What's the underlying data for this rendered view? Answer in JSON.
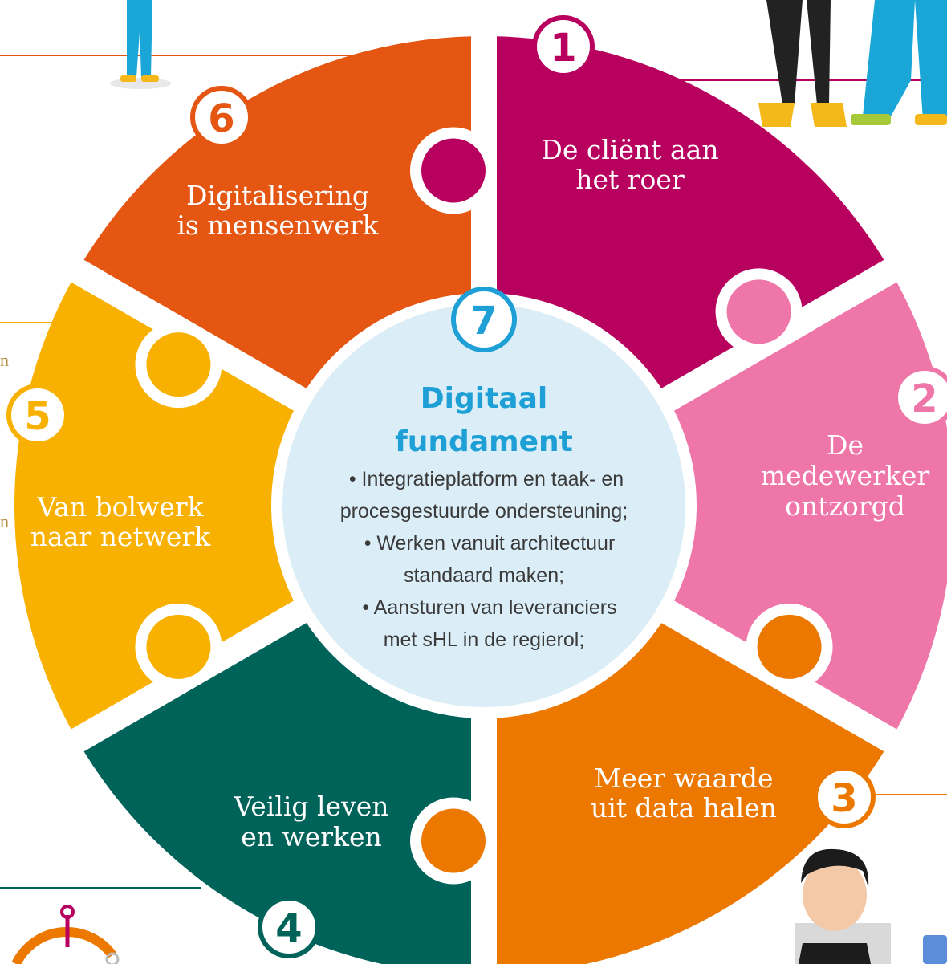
{
  "colors": {
    "segment1": "#b8005f",
    "segment2": "#ee76a9",
    "segment3": "#ec7800",
    "segment4": "#006359",
    "segment5": "#f8b100",
    "segment6": "#e45612",
    "center_fill": "#dbeef7",
    "center_accent": "#1ea0d6"
  },
  "segments": [
    {
      "number": "1",
      "line1": "De cliënt aan",
      "line2": "het roer",
      "line3": ""
    },
    {
      "number": "2",
      "line1": "De",
      "line2": "medewerker",
      "line3": "ontzorgd"
    },
    {
      "number": "3",
      "line1": "Meer waarde",
      "line2": "uit data halen",
      "line3": ""
    },
    {
      "number": "4",
      "line1": "Veilig leven",
      "line2": "en werken",
      "line3": ""
    },
    {
      "number": "5",
      "line1": "Van bolwerk",
      "line2": "naar netwerk",
      "line3": ""
    },
    {
      "number": "6",
      "line1": "Digitalisering",
      "line2": "is mensenwerk",
      "line3": ""
    }
  ],
  "center": {
    "number": "7",
    "title_line1": "Digitaal",
    "title_line2": "fundament",
    "bullets": [
      "• Integratieplatform en taak- en",
      "procesgestuurde ondersteuning;",
      "• Werken vanuit architectuur",
      "standaard maken;",
      "• Aansturen van leveranciers",
      "met sHL in de regierol;"
    ]
  },
  "side_fragments": {
    "left_n1": "n",
    "left_n2": "n"
  }
}
